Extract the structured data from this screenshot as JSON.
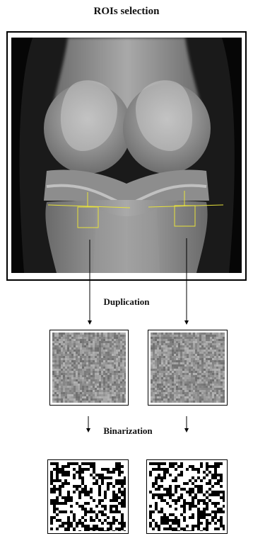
{
  "title": "ROIs selection",
  "steps": {
    "duplication": "Duplication",
    "binarization": "Binarization"
  },
  "colors": {
    "roi_outline": "#e8e23a",
    "frame": "#000000",
    "background": "#ffffff"
  }
}
